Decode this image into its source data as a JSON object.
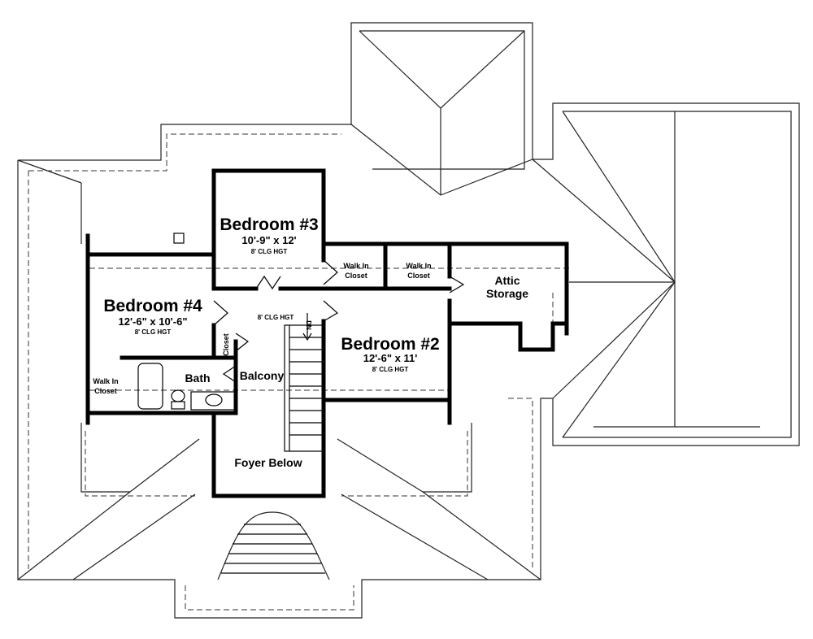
{
  "plan": {
    "bedroom3": {
      "name": "Bedroom #3",
      "size": "10'-9\" x 12'",
      "clg": "8' CLG HGT"
    },
    "bedroom4": {
      "name": "Bedroom #4",
      "size": "12'-6\" x 10'-6\"",
      "clg": "8' CLG HGT"
    },
    "bedroom2": {
      "name": "Bedroom #2",
      "size": "12'-6\" x 11'",
      "clg": "8' CLG HGT"
    },
    "hall_clg": "8' CLG HGT",
    "walkin1": [
      "Walk In",
      "Closet"
    ],
    "walkin2": [
      "Walk In",
      "Closet"
    ],
    "walkin3": [
      "Walk In",
      "Closet"
    ],
    "attic": [
      "Attic",
      "Storage"
    ],
    "closet": "Closet",
    "bath": "Bath",
    "balcony": "Balcony",
    "foyer": "Foyer Below",
    "stair_dn": "DN"
  }
}
